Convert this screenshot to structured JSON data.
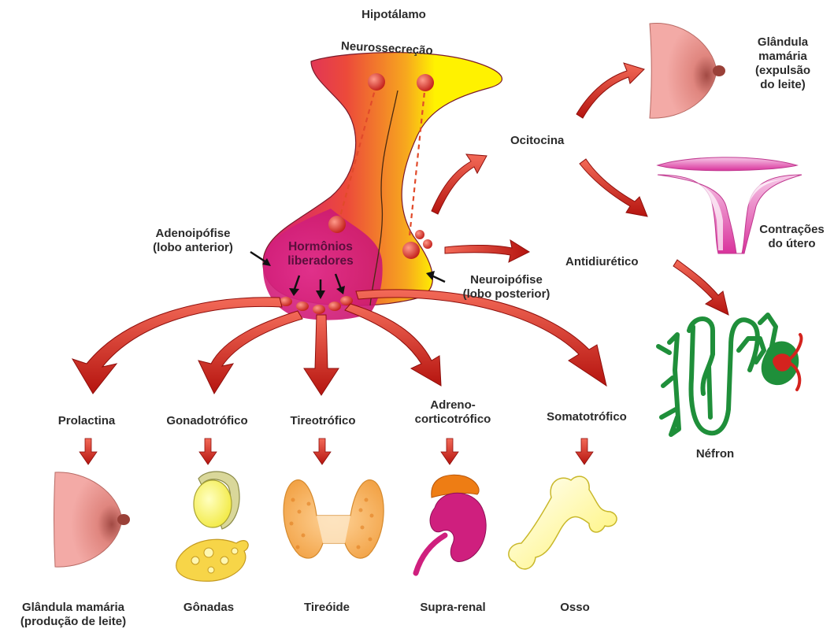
{
  "hypothalamus": {
    "title": "Hipotálamo",
    "neurosecretion": "Neurossecreção",
    "releasing_hormones": [
      "Hormônios",
      "liberadores"
    ]
  },
  "pituitary": {
    "anterior": [
      "Adenoipófise",
      "(lobo anterior)"
    ],
    "posterior": [
      "Neuroipófise",
      "(lobo posterior)"
    ]
  },
  "posterior_hormones": {
    "oxytocin": "Ocitocina",
    "antidiuretic": "Antidiurético"
  },
  "posterior_targets": {
    "mammary": [
      "Glândula",
      "mamária",
      "(expulsão",
      "do leite)"
    ],
    "uterus": [
      "Contrações",
      "do útero"
    ],
    "nephron": "Néfron"
  },
  "anterior_hormones": [
    {
      "name": [
        "Prolactina"
      ],
      "target": [
        "Glândula mamária",
        "(produção de leite)"
      ]
    },
    {
      "name": [
        "Gonadotrófico"
      ],
      "target": [
        "Gônadas"
      ]
    },
    {
      "name": [
        "Tireotrófico"
      ],
      "target": [
        "Tireóide"
      ]
    },
    {
      "name": [
        "Adreno-",
        "corticotrófico"
      ],
      "target": [
        "Supra-renal"
      ]
    },
    {
      "name": [
        "Somatotrófico"
      ],
      "target": [
        "Osso"
      ]
    }
  ],
  "colors": {
    "arrow": "#c8201c",
    "arrow_light": "#f06a55",
    "anterior": "#d01a78",
    "posterior": "#fff200",
    "hypothalamus": "#f28c28",
    "skin": "#f2a8a5",
    "nephron": "#1f8f3a"
  }
}
